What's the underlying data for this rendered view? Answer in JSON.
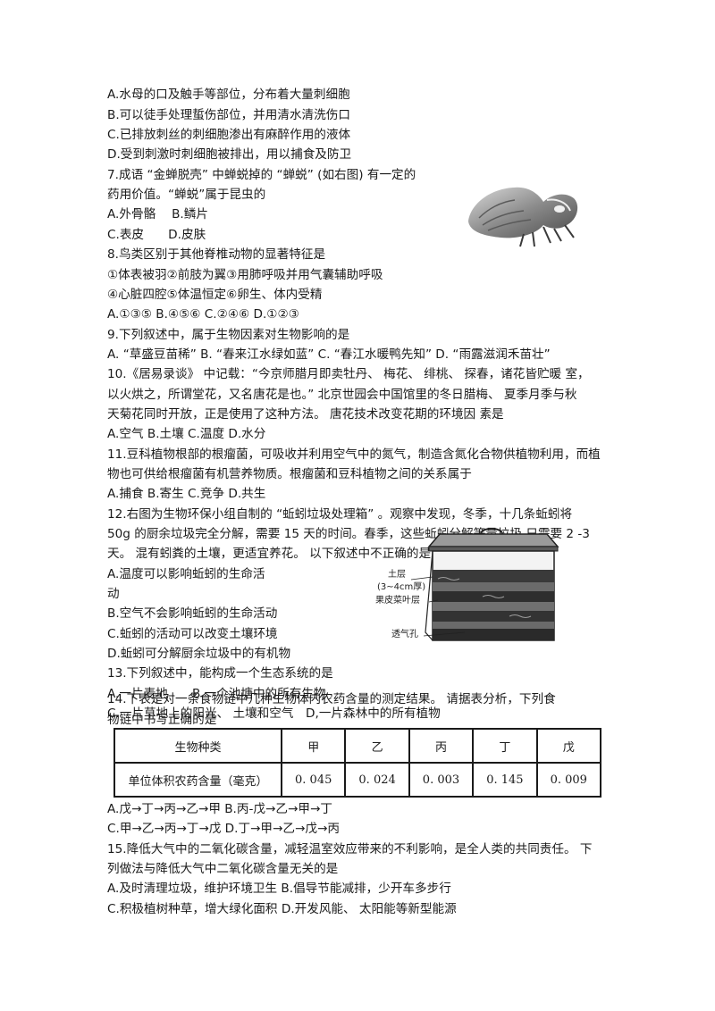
{
  "lines": {
    "l01": "A.水母的口及触手等部位，分布着大量刺细胞",
    "l02": "B.可以徒手处理蜇伤部位，并用清水清洗伤口",
    "l03": "C.已排放刺丝的刺细胞渗出有麻醉作用的液体",
    "l04": "D.受到刺激时刺细胞被排出，用以捕食及防卫",
    "l05": "7.成语 “金蝉脱壳” 中蝉蜕掉的 “蝉蜕” (如右图) 有一定的",
    "l06": "药用价值。“蝉蜕”属于昆虫的",
    "l07": "A.外骨骼　 B.鳞片",
    "l08": "C.表皮　　D.皮肤",
    "l09": "8.鸟类区别于其他脊椎动物的显著特征是",
    "l10": "①体表被羽②前肢为翼③用肺呼吸并用气囊辅助呼吸",
    "l11": "④心脏四腔⑤体温恒定⑥卵生、体内受精",
    "l12": "A.①③⑤ B.④⑤⑥ C.②④⑥ D.①②③",
    "l13": "9.下列叙述中，属于生物因素对生物影响的是",
    "l14": "A. “草盛豆苗稀” B. “春来江水绿如蓝”  C. “春江水暖鸭先知” D. “雨露滋润禾苗壮”",
    "l15": "10.《居易录谈》 中记载：“今京师腊月即卖牡丹、 梅花、 绯桃、 探春，诸花皆贮暖 室，",
    "l16": "以火烘之，所谓堂花，又名唐花是也。” 北京世园会中国馆里的冬日腊梅、 夏季月季与秋",
    "l17": "天菊花同时开放，正是使用了这种方法。 唐花技术改变花期的环境因 素是",
    "l18": "A.空气  B.土壤  C.温度  D.水分",
    "l19": "11.豆科植物根部的根瘤菌，可吸收并利用空气中的氮气，制造含氮化合物供植物利用，而植",
    "l20": "物也可供给根瘤菌有机营养物质。根瘤菌和豆科植物之间的关系属于",
    "l21": "A.捕食  B.寄生  C.竞争  D.共生",
    "l22": "12.右图为生物环保小组自制的 “蚯蚓垃圾处理箱” 。观察中发现，冬季，十几条蚯蚓将",
    "l23": "50g 的厨余垃圾完全分解，需要  15  天的时间。春季，这些蚯蚓分解等量垃圾,只需要  2 -3",
    "l24": "天。 混有蚓粪的土壤，更适宜养花。 以下叙述中不正确的是",
    "l25": "A.温度可以影响蚯蚓的生命活",
    "l26": "动",
    "l27": "B.空气不会影响蚯蚓的生命活动",
    "l28": "C.蚯蚓的活动可以改变土壤环境",
    "l29": "D.蚯蚓可分解厨余垃圾中的有机物",
    "l30": "13.下列叙述中，能构成一个生态系统的是",
    "l31": "A.一片麦地　　B.一个池塘中的所有生物",
    "l32": "C.一片草地上的阳光、 土壤和空气　D,一片森林中的所有植物",
    "l33": "14.下表是对一条食物链中几种生物体内农药含量的测定结果。 请据表分析，下列食",
    "l34": "物链中书写正确的是",
    "l35": "A.戊→丁→丙→乙→甲 B.丙-戊→乙→甲→丁",
    "l36": "C.甲→乙→丙→丁→戊 D.丁→甲→乙→戊→丙",
    "l37": "15.降低大气中的二氧化碳含量，减轻温室效应带来的不利影响，是全人类的共同责任。 下",
    "l38": "列做法与降低大气中二氧化碳含量无关的是",
    "l39": "A.及时清理垃圾，维护环境卫生 B.倡导节能减排，少开车多步行",
    "l40": "C.积极植树种草，增大绿化面积 D.开发风能、 太阳能等新型能源"
  },
  "figure_box": {
    "label_soil": "土层",
    "label_thickness": "(3~4cm厚)",
    "label_peel": "果皮菜叶层",
    "label_vent": "透气孔"
  },
  "table": {
    "row1": [
      "生物种类",
      "甲",
      "乙",
      "丙",
      "丁",
      "戊"
    ],
    "row2": [
      "单位体积农药含量（毫克）",
      "0. 045",
      "0. 024",
      "0. 003",
      "0. 145",
      "0. 009"
    ]
  }
}
